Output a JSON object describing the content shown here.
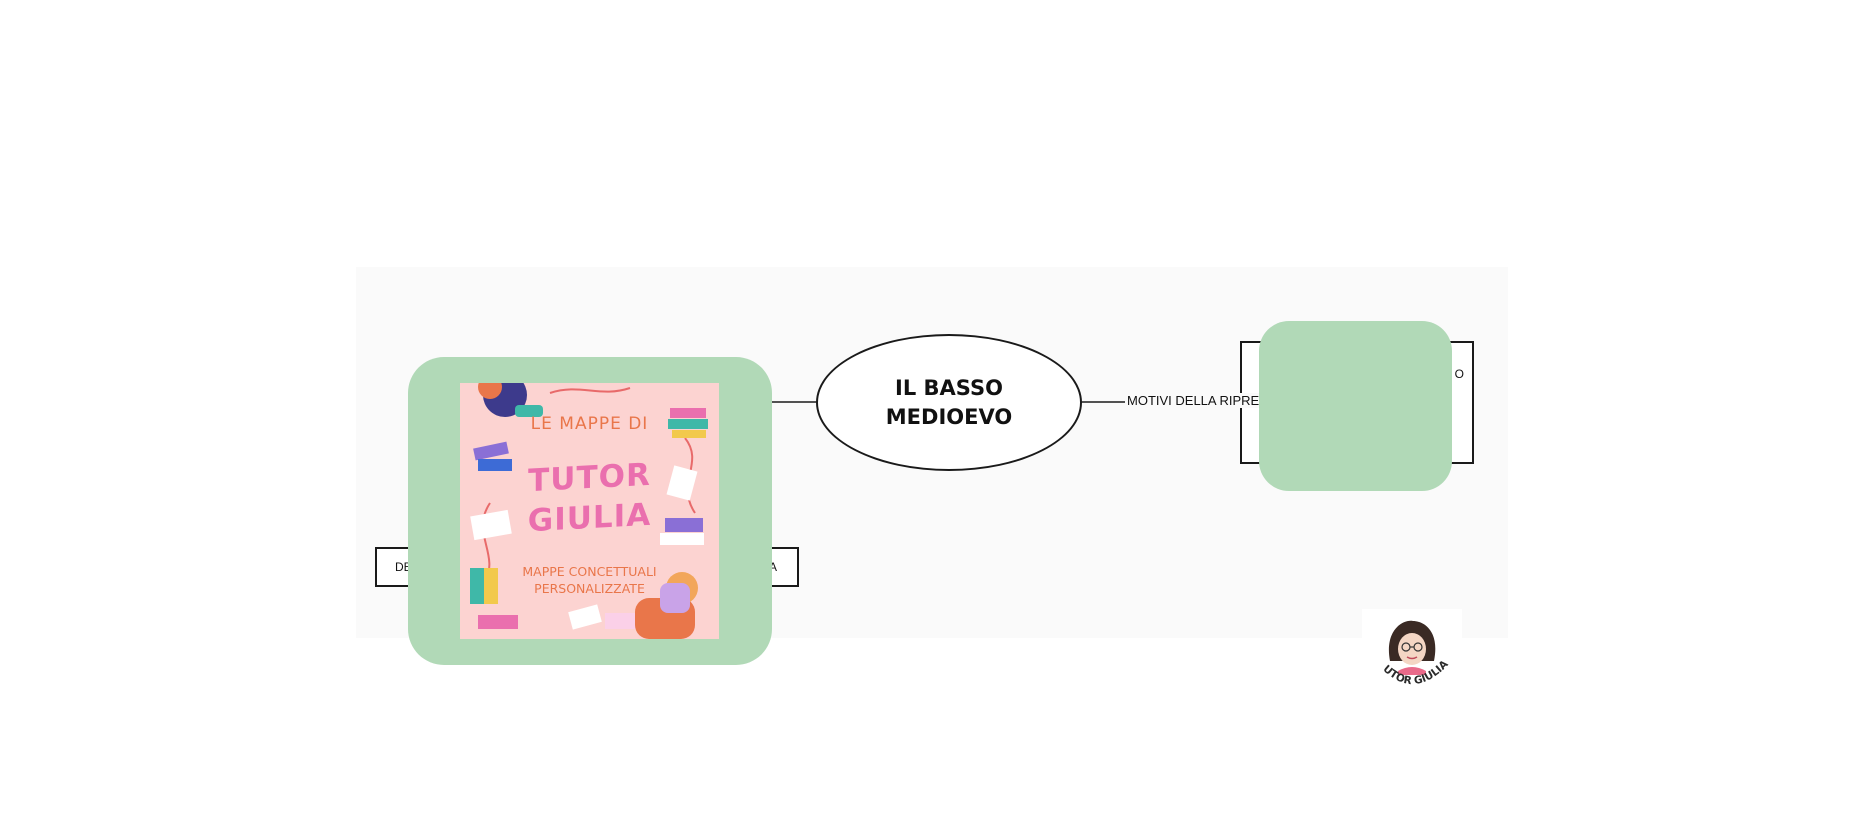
{
  "central_node": {
    "label": "IL BASSO MEDIOEVO"
  },
  "edge_right": {
    "label": "MOTIVI DELLA RIPRESA"
  },
  "node_right": {
    "visible_text": "O"
  },
  "node_left": {
    "text_start": "DE",
    "text_end": "A"
  },
  "overlay_poster": {
    "line1": "LE MAPPE DI",
    "line2": "TUTOR",
    "line3": "GIULIA",
    "line4": "MAPPE CONCETTUALI",
    "line5": "PERSONALIZZATE"
  },
  "logo": {
    "caption": "TUTOR GIULIA",
    "icon": "avatar-logo"
  },
  "colors": {
    "overlay_green": "#b1d9b7",
    "poster_pink": "#fcd3d1",
    "poster_orange": "#e9764a",
    "poster_magenta": "#ea6fae",
    "canvas": "#fafafa"
  }
}
